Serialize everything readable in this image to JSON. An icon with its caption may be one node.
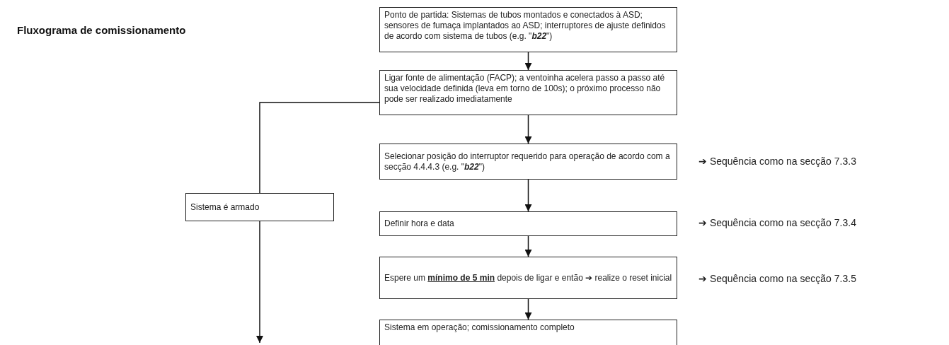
{
  "diagram": {
    "title": "Fluxograma de comissionamento",
    "nodes": [
      {
        "text": [
          "Ponto de partida: Sistemas de tubos montados e conectados à ASD; sensores de fumaça implantados ao ASD; interruptores de ajuste definidos de acordo com sistema de tubos (e.g. \"**b22**\")"
        ]
      },
      {
        "text": [
          "Ligar fonte de alimentação (FACP); a ventoinha acelera passo a passo até sua velocidade definida (leva em torno de 100s); o próximo processo não pode ser realizado imediatamente"
        ]
      },
      {
        "text": [
          "Selecionar posição do interruptor requerido para operação de acordo com a secção 4.4.4.3 (e.g. \"**b22**\")"
        ],
        "beside": [
          "➔ Sequência como na secção 7.3.3"
        ]
      },
      {
        "text": [
          "Sistema é armado"
        ]
      },
      {
        "text": [
          "Definir hora e data"
        ],
        "beside": [
          "➔ Sequência como na secção 7.3.4"
        ]
      },
      {
        "text": [
          "Espere um **mínimo de 5 min** depois de ligar e então ➔ realize o reset inicial"
        ],
        "beside": [
          "➔ Sequência como na secção 7.3.5"
        ]
      },
      {
        "text": [
          "Sistema em operação; comissionamento completo"
        ]
      }
    ],
    "edges": [
      {
        "from": 0,
        "to": 1,
        "arrow": "to"
      },
      {
        "from": 1,
        "to": 2,
        "arrow": "to"
      },
      {
        "from": 2,
        "to": 4,
        "arrow": "to"
      },
      {
        "from": 4,
        "to": 5,
        "arrow": "to"
      },
      {
        "from": 5,
        "to": 6,
        "arrow": "to"
      },
      {
        "from": 1,
        "to": 3,
        "arrow": "none"
      },
      {
        "from": 3,
        "to": null,
        "arrow": "to"
      }
    ]
  }
}
